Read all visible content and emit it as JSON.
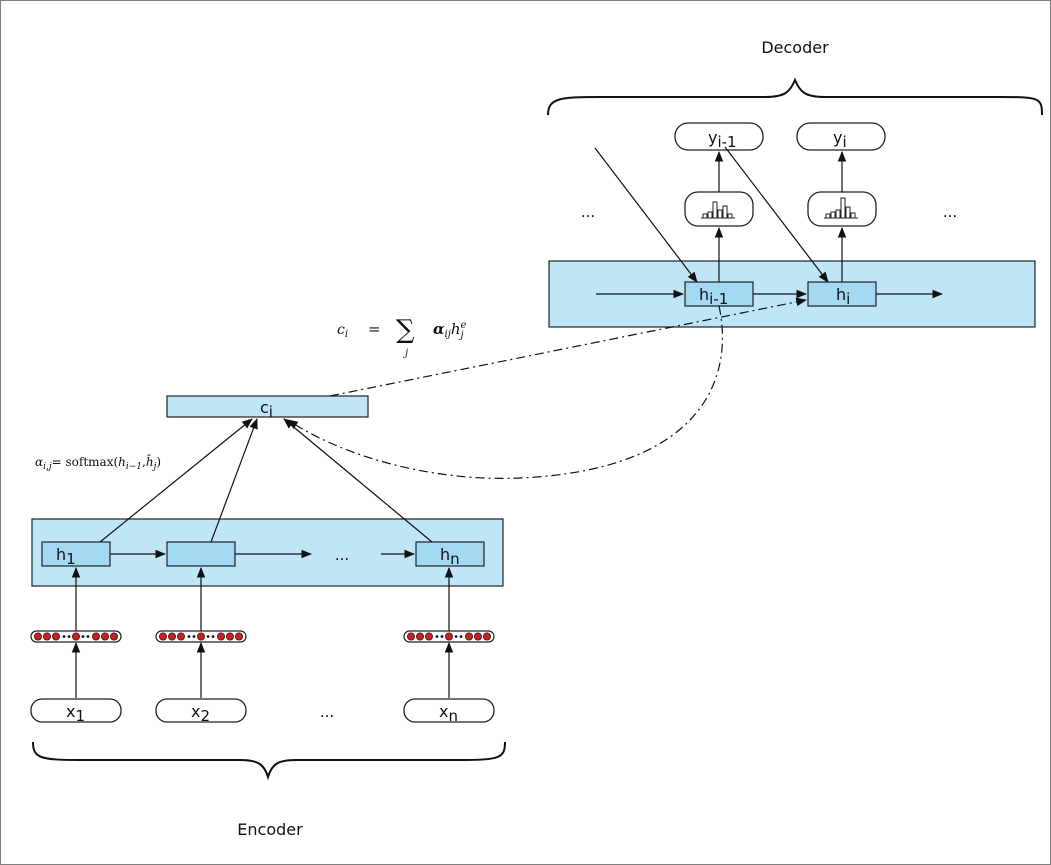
{
  "labels": {
    "decoder": "Decoder",
    "encoder": "Encoder",
    "ellipsis": "..."
  },
  "nodes": {
    "h1": {
      "base": "h",
      "sub": "1"
    },
    "hn": {
      "base": "h",
      "sub": "n"
    },
    "h_prev": {
      "base": "h",
      "sub": "i-1"
    },
    "h_i": {
      "base": "h",
      "sub": "i"
    },
    "c_i": {
      "base": "c",
      "sub": "i"
    },
    "y_prev": {
      "base": "y",
      "sub": "i-1"
    },
    "y_i": {
      "base": "y",
      "sub": "i"
    },
    "x1": {
      "base": "x",
      "sub": "1"
    },
    "x2": {
      "base": "x",
      "sub": "2"
    },
    "xn": {
      "base": "x",
      "sub": "n"
    }
  },
  "equations": {
    "context": {
      "lhs": "c",
      "lhs_sub": "i",
      "eq": "=",
      "sum": "∑",
      "sum_sub": "j",
      "alpha": "α",
      "alpha_sub": "ij",
      "h": "h",
      "h_sup": "e",
      "h_sub": "j"
    },
    "attention": {
      "alpha": "α",
      "alpha_sub": "i,j",
      "rhs": "= softmax(",
      "h": "h",
      "h_sub": "i−1",
      "comma": ",",
      "hbar": "h̄",
      "hbar_sub": "j",
      "close": ")"
    }
  },
  "colors": {
    "layer_fill": "#bfe6f7",
    "cell_fill": "#a3d9f2",
    "stroke": "#222222",
    "embed_red": "#d41a1a"
  }
}
